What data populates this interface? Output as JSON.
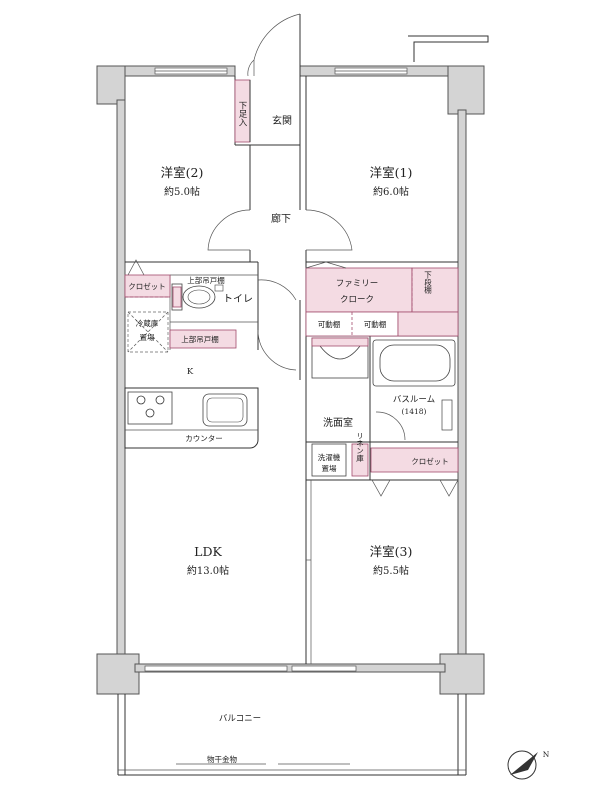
{
  "rooms": {
    "western2": {
      "name": "洋室(2)",
      "size": "約5.0帖"
    },
    "western1": {
      "name": "洋室(1)",
      "size": "約6.0帖"
    },
    "western3": {
      "name": "洋室(3)",
      "size": "約5.5帖"
    },
    "ldk": {
      "name": "LDK",
      "size": "約13.0帖"
    },
    "entrance": "玄関",
    "shoe_storage": "下足入",
    "corridor": "廊下",
    "toilet": "トイレ",
    "upper_cabinet_toilet": "上部吊戸棚",
    "upper_cabinet_kitchen": "上部吊戸棚",
    "closet_kitchen": "クロゼット",
    "fridge_line1": "冷蔵庫",
    "fridge_line2": "置場",
    "kitchen": "K",
    "counter": "カウンター",
    "family_closet_line1": "ファミリー",
    "family_closet_line2": "クローク",
    "movable_shelf_a": "可動棚",
    "movable_shelf_b": "可動棚",
    "lower_shelf": "下段棚",
    "bathroom": "バスルーム",
    "bathroom_size": "(1418)",
    "washroom": "洗面室",
    "washer_line1": "洗濯機",
    "washer_line2": "置場",
    "linen": "リネン庫",
    "closet_western3": "クロゼット",
    "balcony": "バルコニー",
    "drying_rack": "物干金物"
  },
  "compass": {
    "label": "N"
  }
}
